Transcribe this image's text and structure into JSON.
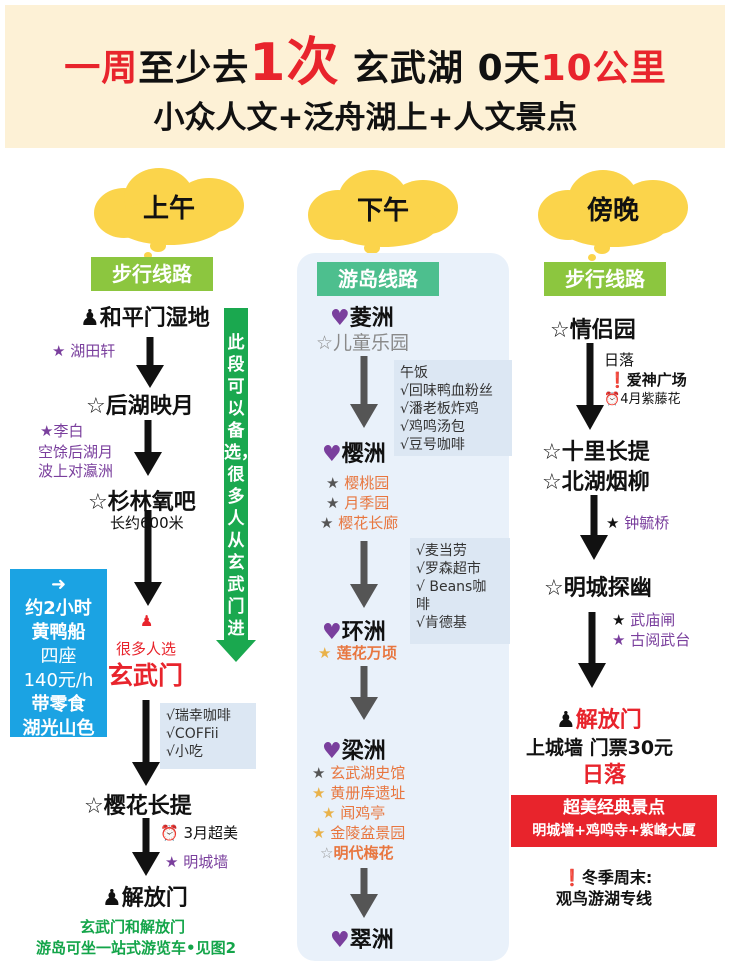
{
  "header": {
    "title_part1": "一周",
    "title_part2": "至少去",
    "title_part3": "1次",
    "title_part4": "玄武湖 0天",
    "title_part5": "10公里",
    "subtitle": "小众人文+泛舟湖上+人文景点"
  },
  "columns": {
    "morning": {
      "cloud": "上午",
      "tag": "步行线路",
      "stop1": "和平门湿地",
      "stop1_note": "湖田轩",
      "stop2": "后湖映月",
      "stop2_note1": "李白",
      "stop2_note2": "空馀后湖月",
      "stop2_note3": "波上对瀛洲",
      "stop3": "杉林氧吧",
      "stop3_sub": "长约600米",
      "stop4_note": "很多人选",
      "stop4": "玄武门",
      "food": [
        "√瑞幸咖啡",
        "√COFFii",
        "√小吃"
      ],
      "stop5": "樱花长提",
      "stop5_note1": "3月超美",
      "stop5_note2": "明城墙",
      "stop6": "解放门",
      "footer1": "玄武门和解放门",
      "footer2": "游岛可坐一站式游览车•见图2",
      "side_text": "此段可以备选，很多人从玄武门进",
      "boat": {
        "arrow": "➜",
        "line1": "约2小时",
        "line2": "黄鸭船",
        "line3": "四座",
        "line4": "140元/h",
        "line5": "带零食",
        "line6": "湖光山色"
      }
    },
    "afternoon": {
      "cloud": "下午",
      "tag": "游岛线路",
      "island1": "菱洲",
      "island1_sub": "儿童乐园",
      "lunch": [
        "午饭",
        "√回味鸭血粉丝",
        "√潘老板炸鸡",
        "√鸡鸣汤包",
        "√豆号咖啡"
      ],
      "island2": "樱洲",
      "island2_items": [
        "樱桃园",
        "月季园",
        "樱花长廊"
      ],
      "food2": [
        "√麦当劳",
        "√罗森超市",
        "√ Beans咖",
        "啡",
        "√肯德基"
      ],
      "island3": "环洲",
      "island3_item": "莲花万顷",
      "island4": "梁洲",
      "island4_items": [
        "玄武湖史馆",
        "黄册库遗址",
        "闻鸡亭",
        "金陵盆景园",
        "明代梅花"
      ],
      "island5": "翠洲"
    },
    "evening": {
      "cloud": "傍晚",
      "tag": "步行线路",
      "stop1": "情侣园",
      "note1": "日落",
      "note2": "爱神广场",
      "note3": "4月紫藤花",
      "stop2a": "十里长提",
      "stop2b": "北湖烟柳",
      "note4": "钟毓桥",
      "stop3": "明城探幽",
      "note5": "武庙闸",
      "note6": "古阅武台",
      "stop4": "解放门",
      "stop4_sub": "上城墙 门票30元",
      "stop4_sub2": "日落",
      "classic_title": "超美经典景点",
      "classic_line": "明城墙+鸡鸣寺+紫峰大厦",
      "winter1": "冬季周末:",
      "winter2": "观鸟游湖专线"
    }
  },
  "colors": {
    "red": "#e8242c",
    "cloud": "#fbd44b",
    "green_tag": "#8cc63f",
    "teal_tag": "#4dbf8e",
    "blue_box": "#1ba3e3",
    "purple": "#7a3f9d"
  }
}
